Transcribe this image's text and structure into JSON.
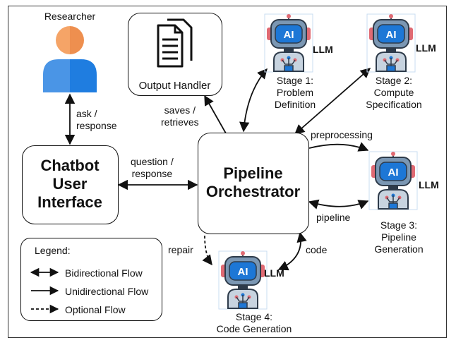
{
  "colors": {
    "person_head": "#f5a467",
    "person_body": "#1f7de0",
    "robot_body": "#7b97b3",
    "robot_face": "#6e90b7",
    "robot_accent": "#e06a73",
    "robot_blue": "#1d77d6"
  },
  "nodes": {
    "researcher": "Researcher",
    "output_handler": "Output Handler",
    "chatbot": [
      "Chatbot",
      "User",
      "Interface"
    ],
    "orchestrator": [
      "Pipeline",
      "Orchestrator"
    ],
    "stage1": [
      "Stage 1:",
      "Problem",
      "Definition"
    ],
    "stage2": [
      "Stage 2:",
      "Compute",
      "Specification"
    ],
    "stage3": [
      "Stage 3:",
      "Pipeline",
      "Generation"
    ],
    "stage4": [
      "Stage 4:",
      "Code Generation"
    ],
    "robot_face_text": "AI",
    "llm_tag": "LLM"
  },
  "edges": {
    "ask_response": [
      "ask /",
      "response"
    ],
    "saves_retrieves": [
      "saves /",
      "retrieves"
    ],
    "question_response": [
      "question /",
      "response"
    ],
    "preprocessing": "preprocessing",
    "pipeline": "pipeline",
    "code": "code",
    "repair": "repair"
  },
  "legend": {
    "title": "Legend:",
    "bidirectional": "Bidirectional Flow",
    "unidirectional": "Unidirectional Flow",
    "optional": "Optional Flow"
  }
}
